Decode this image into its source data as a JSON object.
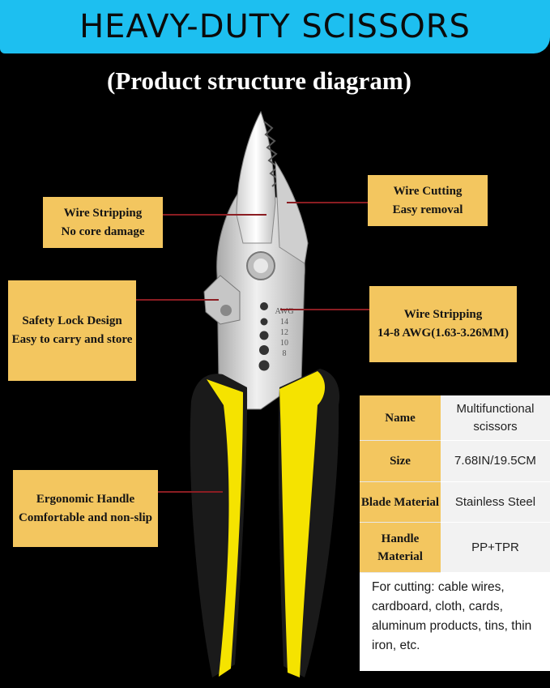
{
  "header": {
    "title": "HEAVY-DUTY SCISSORS",
    "subtitle": "(Product structure diagram)"
  },
  "callouts": [
    {
      "line1": "Wire Stripping",
      "line2": "No core damage"
    },
    {
      "line1": "Wire Cutting",
      "line2": "Easy removal"
    },
    {
      "line1": "Safety Lock Design",
      "line2": "Easy to carry and store"
    },
    {
      "line1": "Wire Stripping",
      "line2": "14-8 AWG(1.63-3.26MM)"
    },
    {
      "line1": "Ergonomic Handle",
      "line2": "Comfortable and non-slip"
    }
  ],
  "awg_marks": [
    "AWG",
    "14",
    "12",
    "10",
    "8"
  ],
  "specs": [
    {
      "key": "Name",
      "value": "Multifunctional scissors"
    },
    {
      "key": "Size",
      "value": "7.68IN/19.5CM"
    },
    {
      "key": "Blade Material",
      "value": "Stainless Steel"
    },
    {
      "key": "Handle Material",
      "value": "PP+TPR"
    }
  ],
  "uses": "For cutting: cable wires, cardboard, cloth, cards, aluminum products, tins, thin iron, etc.",
  "colors": {
    "banner": "#1dbff0",
    "label": "#f3c65f",
    "connector": "#8b1d22",
    "handle_yellow": "#f5e300",
    "handle_black": "#1a1a1a",
    "steel": "#d9d9d9"
  }
}
